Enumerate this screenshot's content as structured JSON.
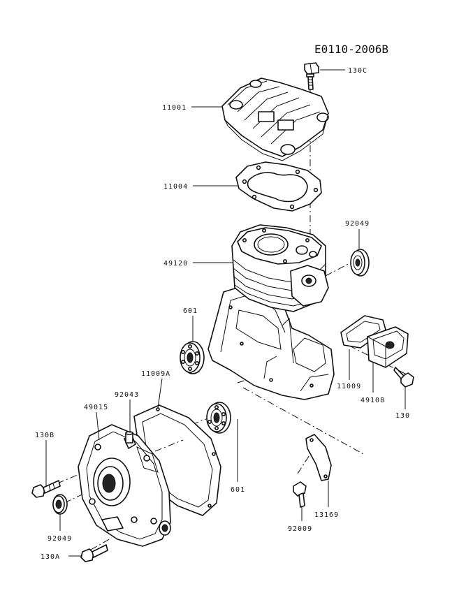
{
  "diagram": {
    "code": "E0110-2006B",
    "labels": {
      "p130C": "130C",
      "p11001": "11001",
      "p11004": "11004",
      "p92049a": "92049",
      "p49120": "49120",
      "p601a": "601",
      "p11009A": "11009A",
      "p92043": "92043",
      "p49015": "49015",
      "p130B": "130B",
      "p601b": "601",
      "p92049b": "92049",
      "p130A": "130A",
      "p11009": "11009",
      "p49108": "49108",
      "p130": "130",
      "p92009": "92009",
      "p13169": "13169"
    }
  }
}
